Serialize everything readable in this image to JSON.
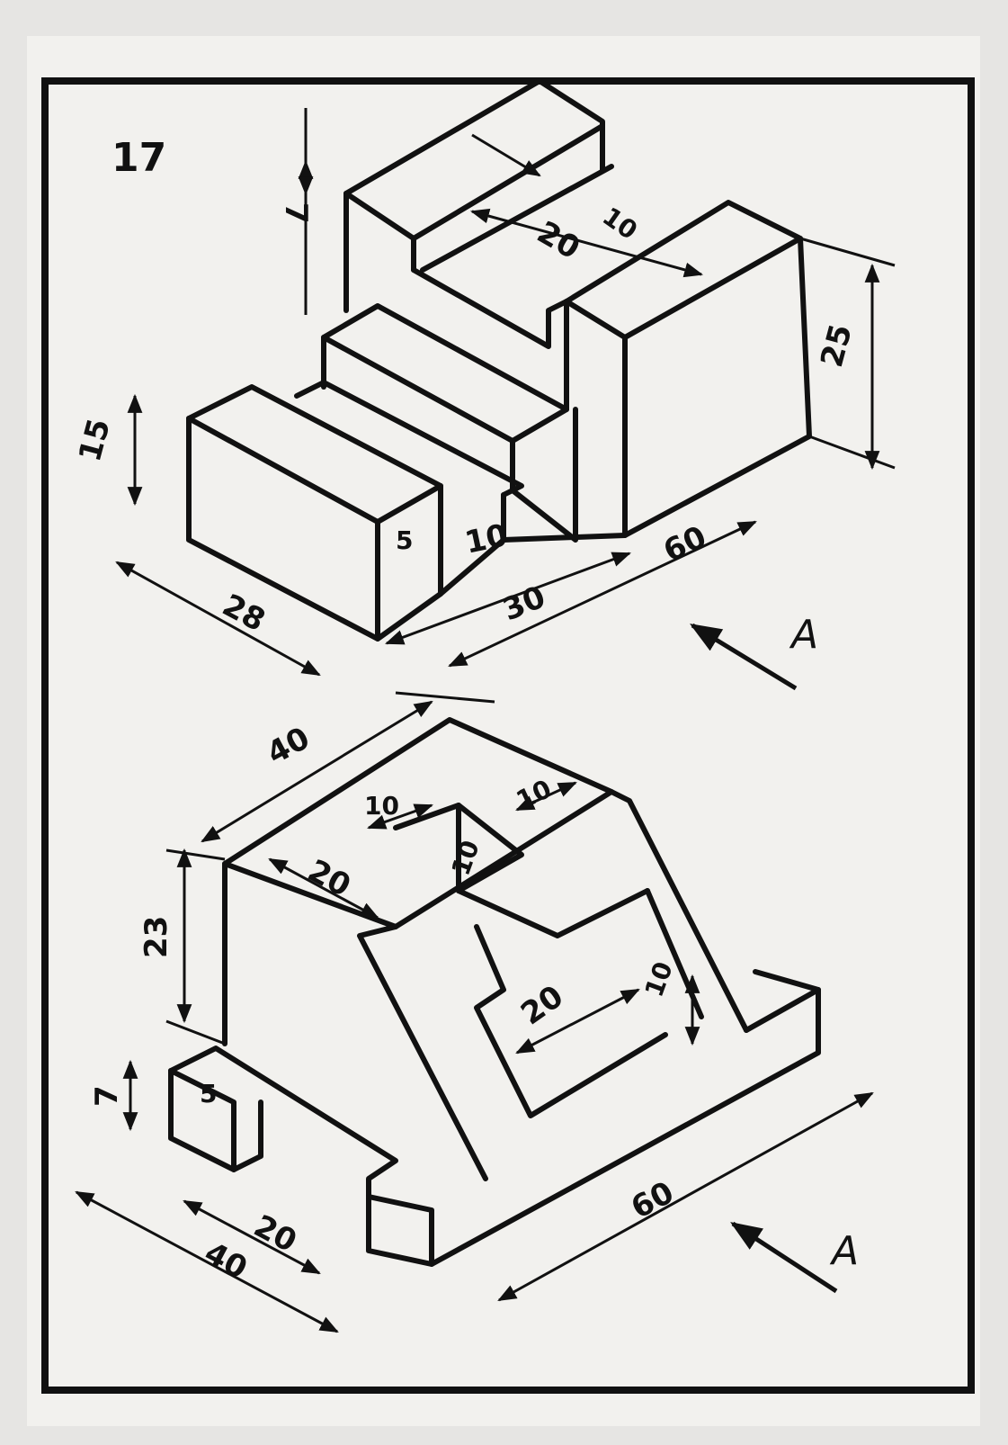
{
  "exercise_number": "17",
  "view_arrow_label": "A",
  "top_part": {
    "dims": {
      "h7": "7",
      "d10_top": "10",
      "d20_top": "20",
      "h25": "25",
      "h15": "15",
      "d28": "28",
      "d5": "5",
      "d10_slot": "10",
      "d30": "30",
      "d60": "60"
    }
  },
  "bottom_part": {
    "dims": {
      "d40_top": "40",
      "d10_a": "10",
      "d10_b": "10",
      "d20_a": "20",
      "d10_c": "10",
      "h23": "23",
      "d20_b": "20",
      "d10_d": "10",
      "h7": "7",
      "d5": "5",
      "d20_c": "20",
      "d40_base": "40",
      "d60": "60"
    }
  },
  "colors": {
    "paper": "#f2f1ee",
    "ink": "#111111",
    "frame": "#111111"
  }
}
